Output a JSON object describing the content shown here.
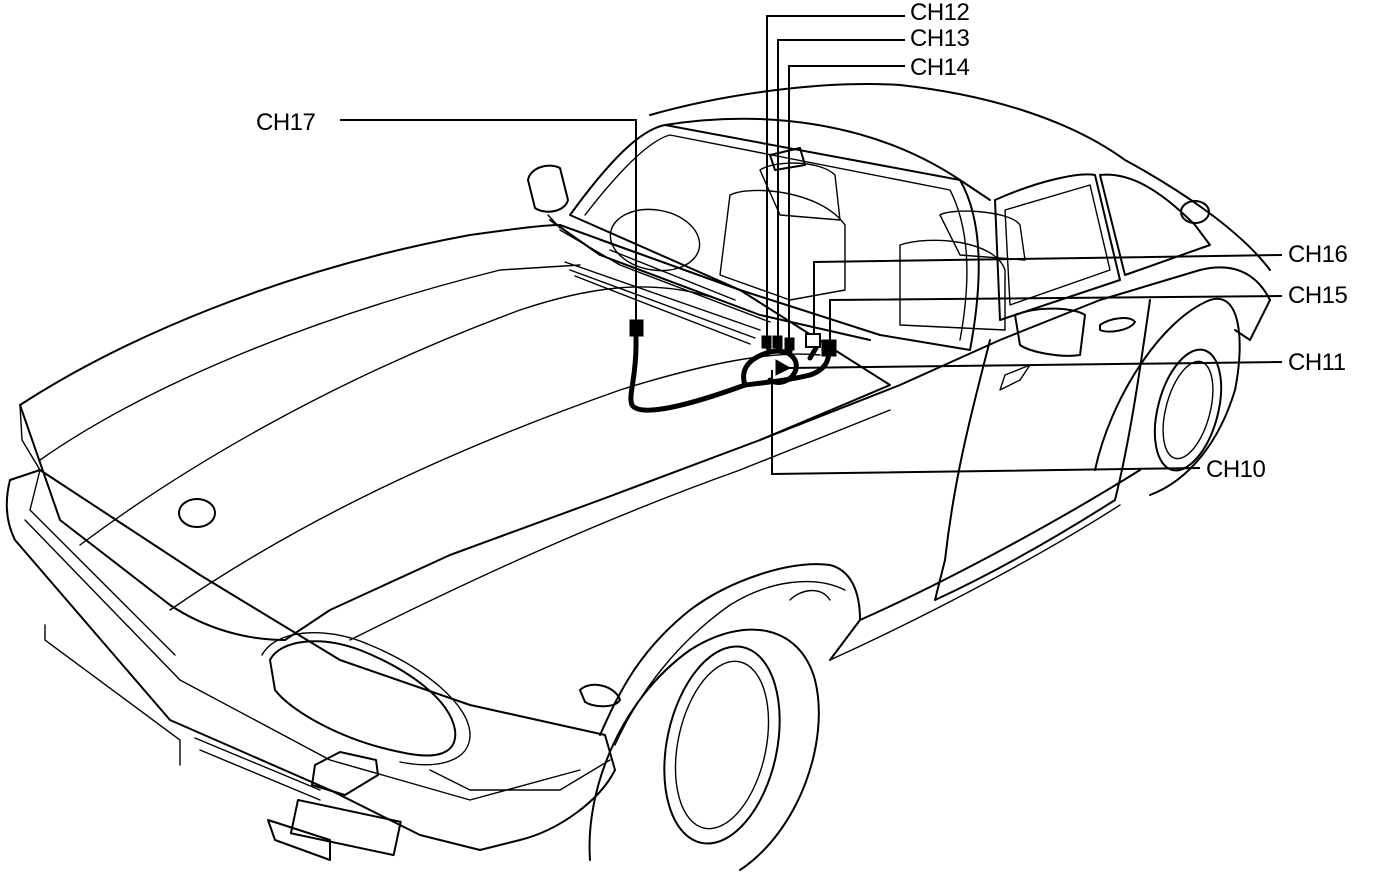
{
  "diagram": {
    "labels": {
      "ch10": "CH10",
      "ch11": "CH11",
      "ch12": "CH12",
      "ch13": "CH13",
      "ch14": "CH14",
      "ch15": "CH15",
      "ch16": "CH16",
      "ch17": "CH17"
    }
  }
}
